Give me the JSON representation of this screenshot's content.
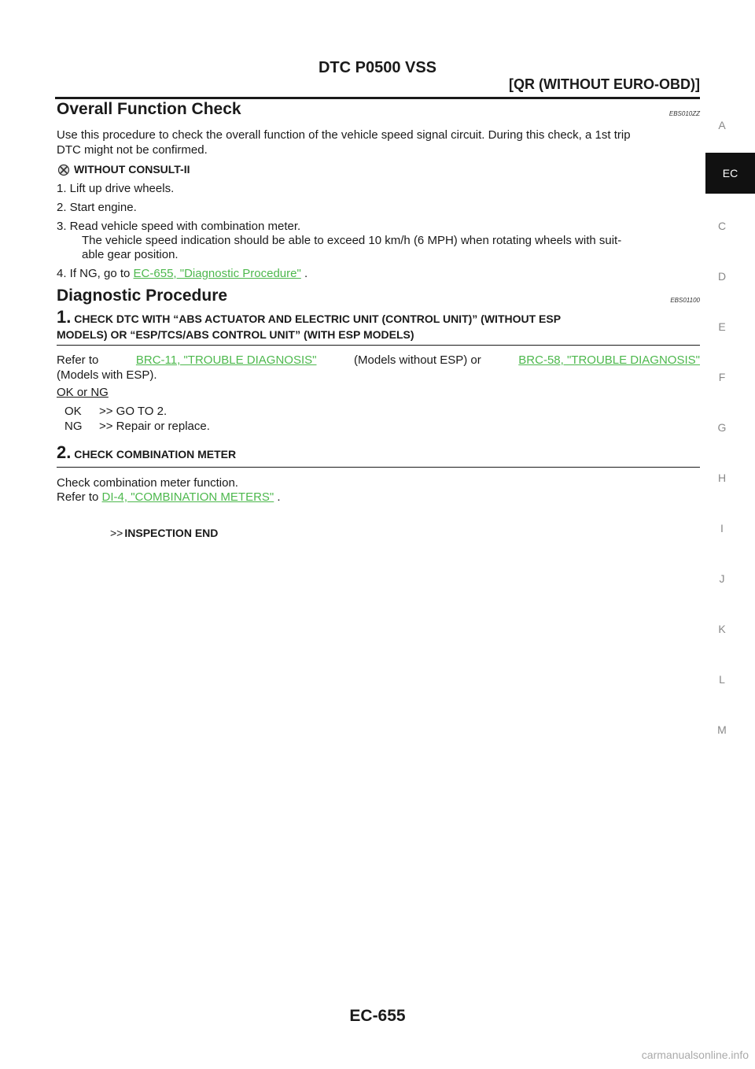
{
  "header": {
    "title": "DTC P0500 VSS",
    "subtitle": "[QR (WITHOUT EURO-OBD)]"
  },
  "sidebar": {
    "letters": [
      "A",
      "C",
      "D",
      "E",
      "F",
      "G",
      "H",
      "I",
      "J",
      "K",
      "L",
      "M"
    ],
    "active_tab": "EC"
  },
  "overall": {
    "heading": "Overall Function Check",
    "code": "EBS010ZZ",
    "intro_1": "Use this procedure to check the overall function of the vehicle speed signal circuit. During this check, a 1st trip",
    "intro_2": "DTC might not be confirmed.",
    "mode_label": "WITHOUT CONSULT-II",
    "steps": {
      "s1": "1.  Lift up drive wheels.",
      "s2": "2.  Start engine.",
      "s3a": "3.  Read vehicle speed with combination meter.",
      "s3b": "The vehicle speed indication should be able to exceed 10 km/h (6 MPH) when rotating wheels with suit-",
      "s3c": "able gear position.",
      "s4_prefix": "4.  If NG, go to ",
      "s4_link": "EC-655, \"Diagnostic Procedure\"",
      "s4_suffix": " ."
    }
  },
  "diagnostic": {
    "heading": "Diagnostic Procedure",
    "code": "EBS01100",
    "step1": {
      "number": "1.",
      "title_1": "CHECK DTC WITH “ABS ACTUATOR AND ELECTRIC UNIT (CONTROL UNIT)” (WITHOUT ESP",
      "title_2": "MODELS) OR “ESP/TCS/ABS CONTROL UNIT” (WITH ESP MODELS)",
      "refer": "Refer to",
      "link_1": "BRC-11, \"TROUBLE DIAGNOSIS\"",
      "mid": "(Models without ESP) or",
      "link_2": "BRC-58, \"TROUBLE DIAGNOSIS\"",
      "tail": "(Models with ESP).",
      "okng": "OK or NG",
      "ok_label": "OK",
      "ok_text": ">> GO TO 2.",
      "ng_label": "NG",
      "ng_text": ">> Repair or replace."
    },
    "step2": {
      "number": "2.",
      "title": "CHECK COMBINATION METER",
      "line_1": "Check combination meter function.",
      "refer_prefix": "Refer to ",
      "link": "DI-4, \"COMBINATION METERS\"",
      "refer_suffix": " .",
      "end_arrow": ">>",
      "end_text": "INSPECTION END"
    }
  },
  "footer": {
    "page_number": "EC-655",
    "watermark": "carmanualsonline.info"
  }
}
